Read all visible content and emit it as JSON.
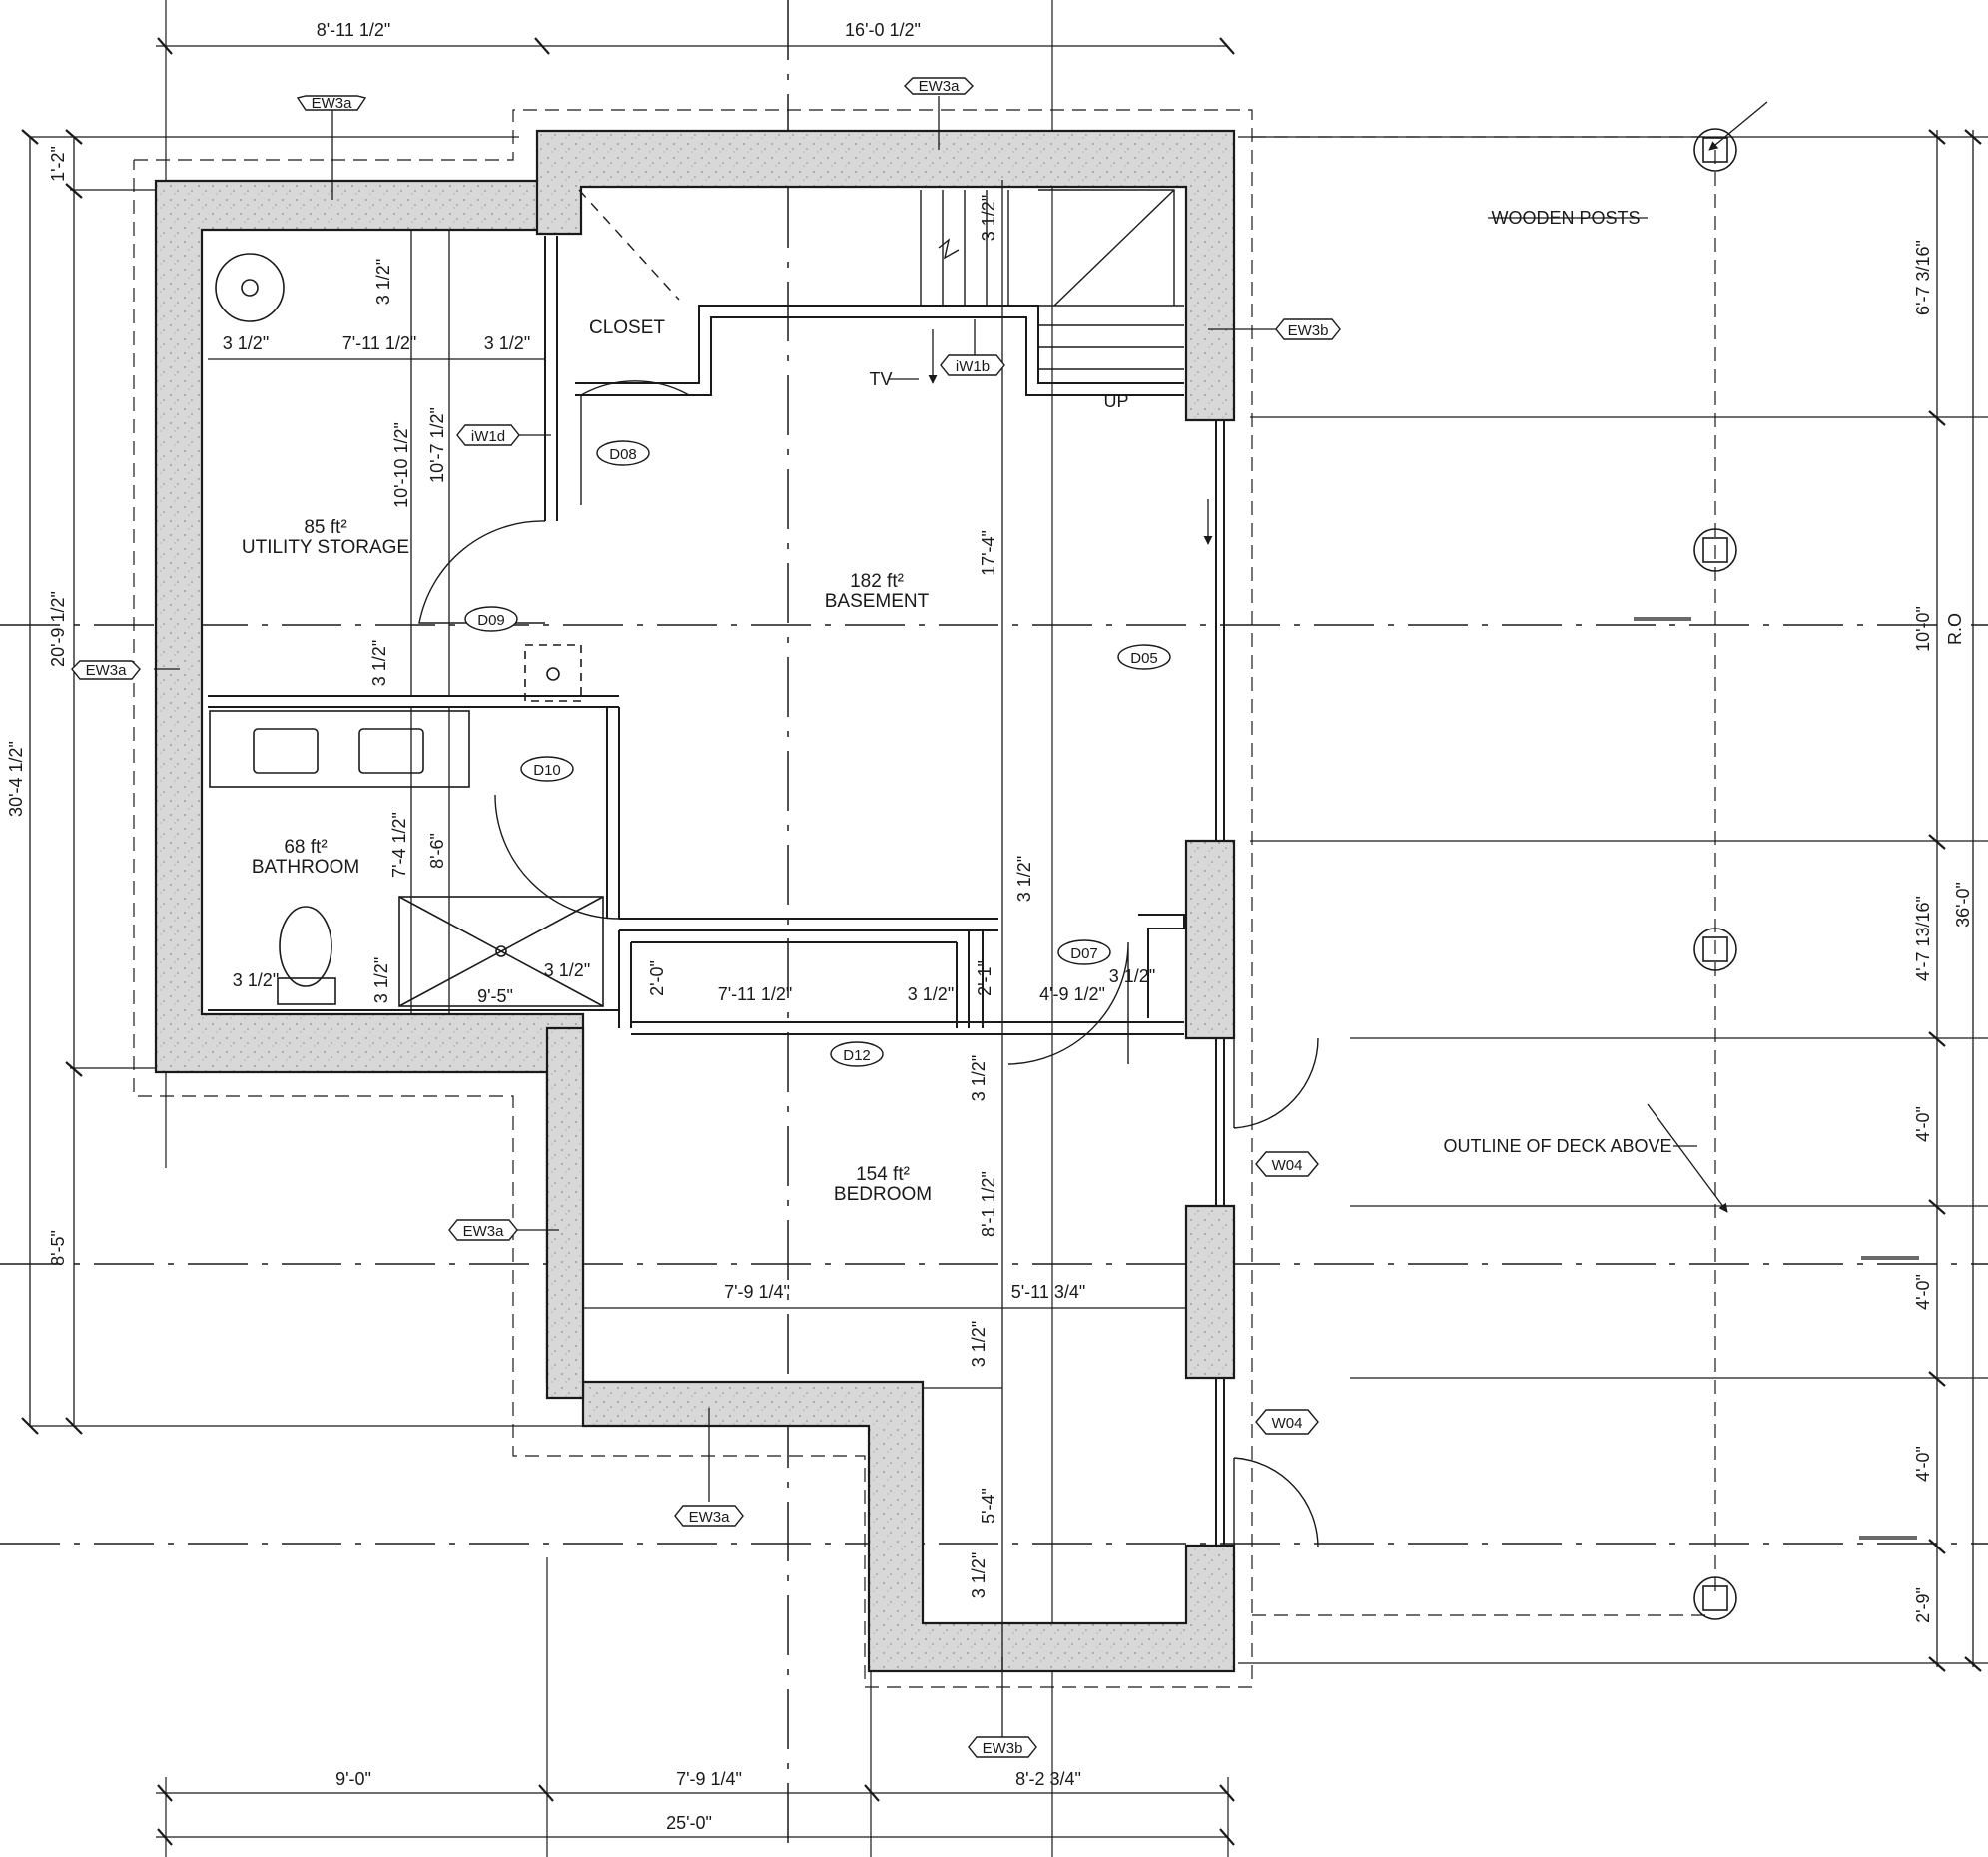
{
  "dimensions": {
    "top_left": "8'-11 1/2\"",
    "top_right": "16'-0 1/2\"",
    "bottom_1": "9'-0\"",
    "bottom_2": "7'-9 1/4\"",
    "bottom_3": "8'-2 3/4\"",
    "bottom_total": "25'-0\"",
    "left_1": "1'-2\"",
    "left_2": "20'-9 1/2\"",
    "left_3": "30'-4 1/2\"",
    "left_4": "8'-5\"",
    "right_1": "6'-7 3/16\"",
    "right_2": "10'-0\"",
    "right_ro": "R.O",
    "right_3": "4'-7 13/16\"",
    "right_total": "36'-0\"",
    "right_4": "4'-0\"",
    "right_5": "4'-0\"",
    "right_6": "4'-0\"",
    "right_7": "2'-9\"",
    "interior": {
      "util_top": "3 1/2\"",
      "util_w_left": "3 1/2\"",
      "util_w": "7'-11 1/2\"",
      "util_w_right": "3 1/2\"",
      "util_h1": "10'-10 1/2\"",
      "util_h2": "10'-7 1/2\"",
      "util_bottom": "3 1/2\"",
      "bath_h1": "7'-4 1/2\"",
      "bath_h2": "8'-6\"",
      "bath_left": "3 1/2\"",
      "bath_mid": "3 1/2\"",
      "shower_w": "9'-5\"",
      "shower_right": "3 1/2\"",
      "stair_wall": "3 1/2\"",
      "basement_h": "17'-4\"",
      "wall_a": "3 1/2\"",
      "closet_h": "2'-0\"",
      "closet_w": "7'-11 1/2\"",
      "closet_right": "3 1/2\"",
      "closet2_h": "2'-1\"",
      "d07_w": "4'-9 1/2\"",
      "d07_right": "3 1/2\"",
      "bed_top": "3 1/2\"",
      "bed_h": "8'-1 1/2\"",
      "bed_w1": "7'-9 1/4\"",
      "bed_w2": "5'-11 3/4\"",
      "bed_wall2": "3 1/2\"",
      "bed_h2": "5'-4\"",
      "bed_bottom": "3 1/2\""
    }
  },
  "rooms": {
    "utility": {
      "area": "85 ft²",
      "name": "UTILITY STORAGE"
    },
    "basement": {
      "area": "182 ft²",
      "name": "BASEMENT"
    },
    "bathroom": {
      "area": "68 ft²",
      "name": "BATHROOM"
    },
    "bedroom": {
      "area": "154 ft²",
      "name": "BEDROOM"
    },
    "closet": "CLOSET"
  },
  "notes": {
    "tv": "TV",
    "up": "UP",
    "wooden_posts": "WOODEN POSTS",
    "deck_outline": "OUTLINE OF DECK ABOVE"
  },
  "tags": {
    "ew3a_top": "EW3a",
    "ew3a_top2": "EW3a",
    "ew3a_left": "EW3a",
    "ew3a_mid": "EW3a",
    "ew3a_bottom": "EW3a",
    "ew3b_right": "EW3b",
    "ew3b_bottom": "EW3b",
    "iw1d": "iW1d",
    "iw1b": "iW1b",
    "w04_a": "W04",
    "w04_b": "W04",
    "d05": "D05",
    "d07": "D07",
    "d08": "D08",
    "d09": "D09",
    "d10": "D10",
    "d12": "D12"
  },
  "colors": {
    "line": "#1a1a1a",
    "wall_fill": "#d6d6d6",
    "background": "#ffffff"
  }
}
